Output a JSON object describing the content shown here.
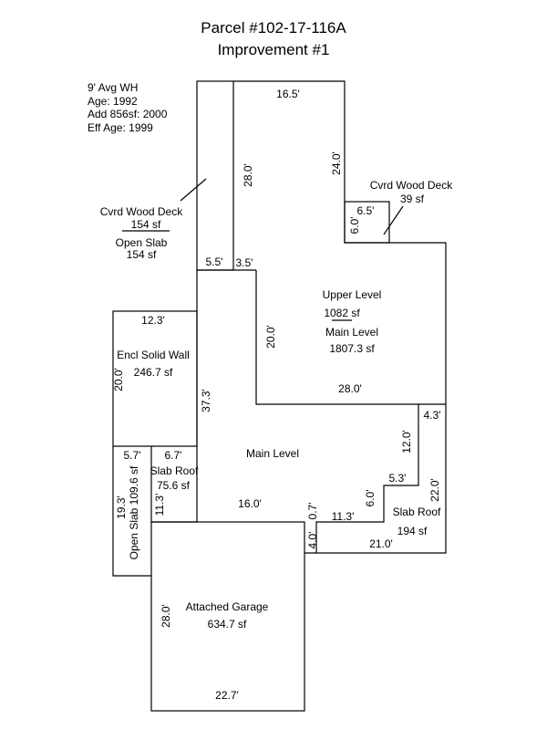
{
  "header": {
    "parcel": "Parcel #102-17-116A",
    "improvement": "Improvement #1"
  },
  "info": [
    "9' Avg WH",
    "Age: 1992",
    "Add 856sf: 2000",
    "Eff Age: 1999"
  ],
  "labels": {
    "cvrd_deck_left_name": "Cvrd Wood Deck",
    "cvrd_deck_left_area": "154 sf",
    "open_slab_top_name": "Open Slab",
    "open_slab_top_area": "154 sf",
    "cvrd_deck_right_name": "Cvrd Wood Deck",
    "cvrd_deck_right_area": "39 sf",
    "upper_level_name": "Upper Level",
    "upper_level_area": "1082 sf",
    "main_level_name": "Main Level",
    "main_level_area": "1807.3 sf",
    "main_level_center": "Main Level",
    "encl_wall_name": "Encl Solid Wall",
    "encl_wall_area": "246.7 sf",
    "slab_roof_left_name": "Slab Roof",
    "slab_roof_left_area": "75.6 sf",
    "open_slab_left": "Open Slab  109.6 sf",
    "slab_roof_right_name": "Slab Roof",
    "slab_roof_right_area": "194 sf",
    "garage_name": "Attached Garage",
    "garage_area": "634.7 sf"
  },
  "dims": {
    "d16_5": "16.5'",
    "d24_0": "24.0'",
    "d28_0_top": "28.0'",
    "d6_5": "6.5'",
    "d6_0_deck": "6.0'",
    "d5_5": "5.5'",
    "d3_5": "3.5'",
    "d12_3": "12.3'",
    "d20_0_upper": "20.0'",
    "d20_0_encl": "20.0'",
    "d37_3": "37.3'",
    "d28_0_upper": "28.0'",
    "d4_3": "4.3'",
    "d12_0": "12.0'",
    "d5_3": "5.3'",
    "d22_0": "22.0'",
    "d6_0_step": "6.0'",
    "d5_7": "5.7'",
    "d6_7": "6.7'",
    "d19_3": "19.3'",
    "d11_3": "11.3'",
    "d16_0": "16.0'",
    "d0_7": "0.7'",
    "d11_3_b": "11.3'",
    "d4_0": "4.0'",
    "d21_0": "21.0'",
    "d28_0_garage": "28.0'",
    "d22_7": "22.7'"
  }
}
